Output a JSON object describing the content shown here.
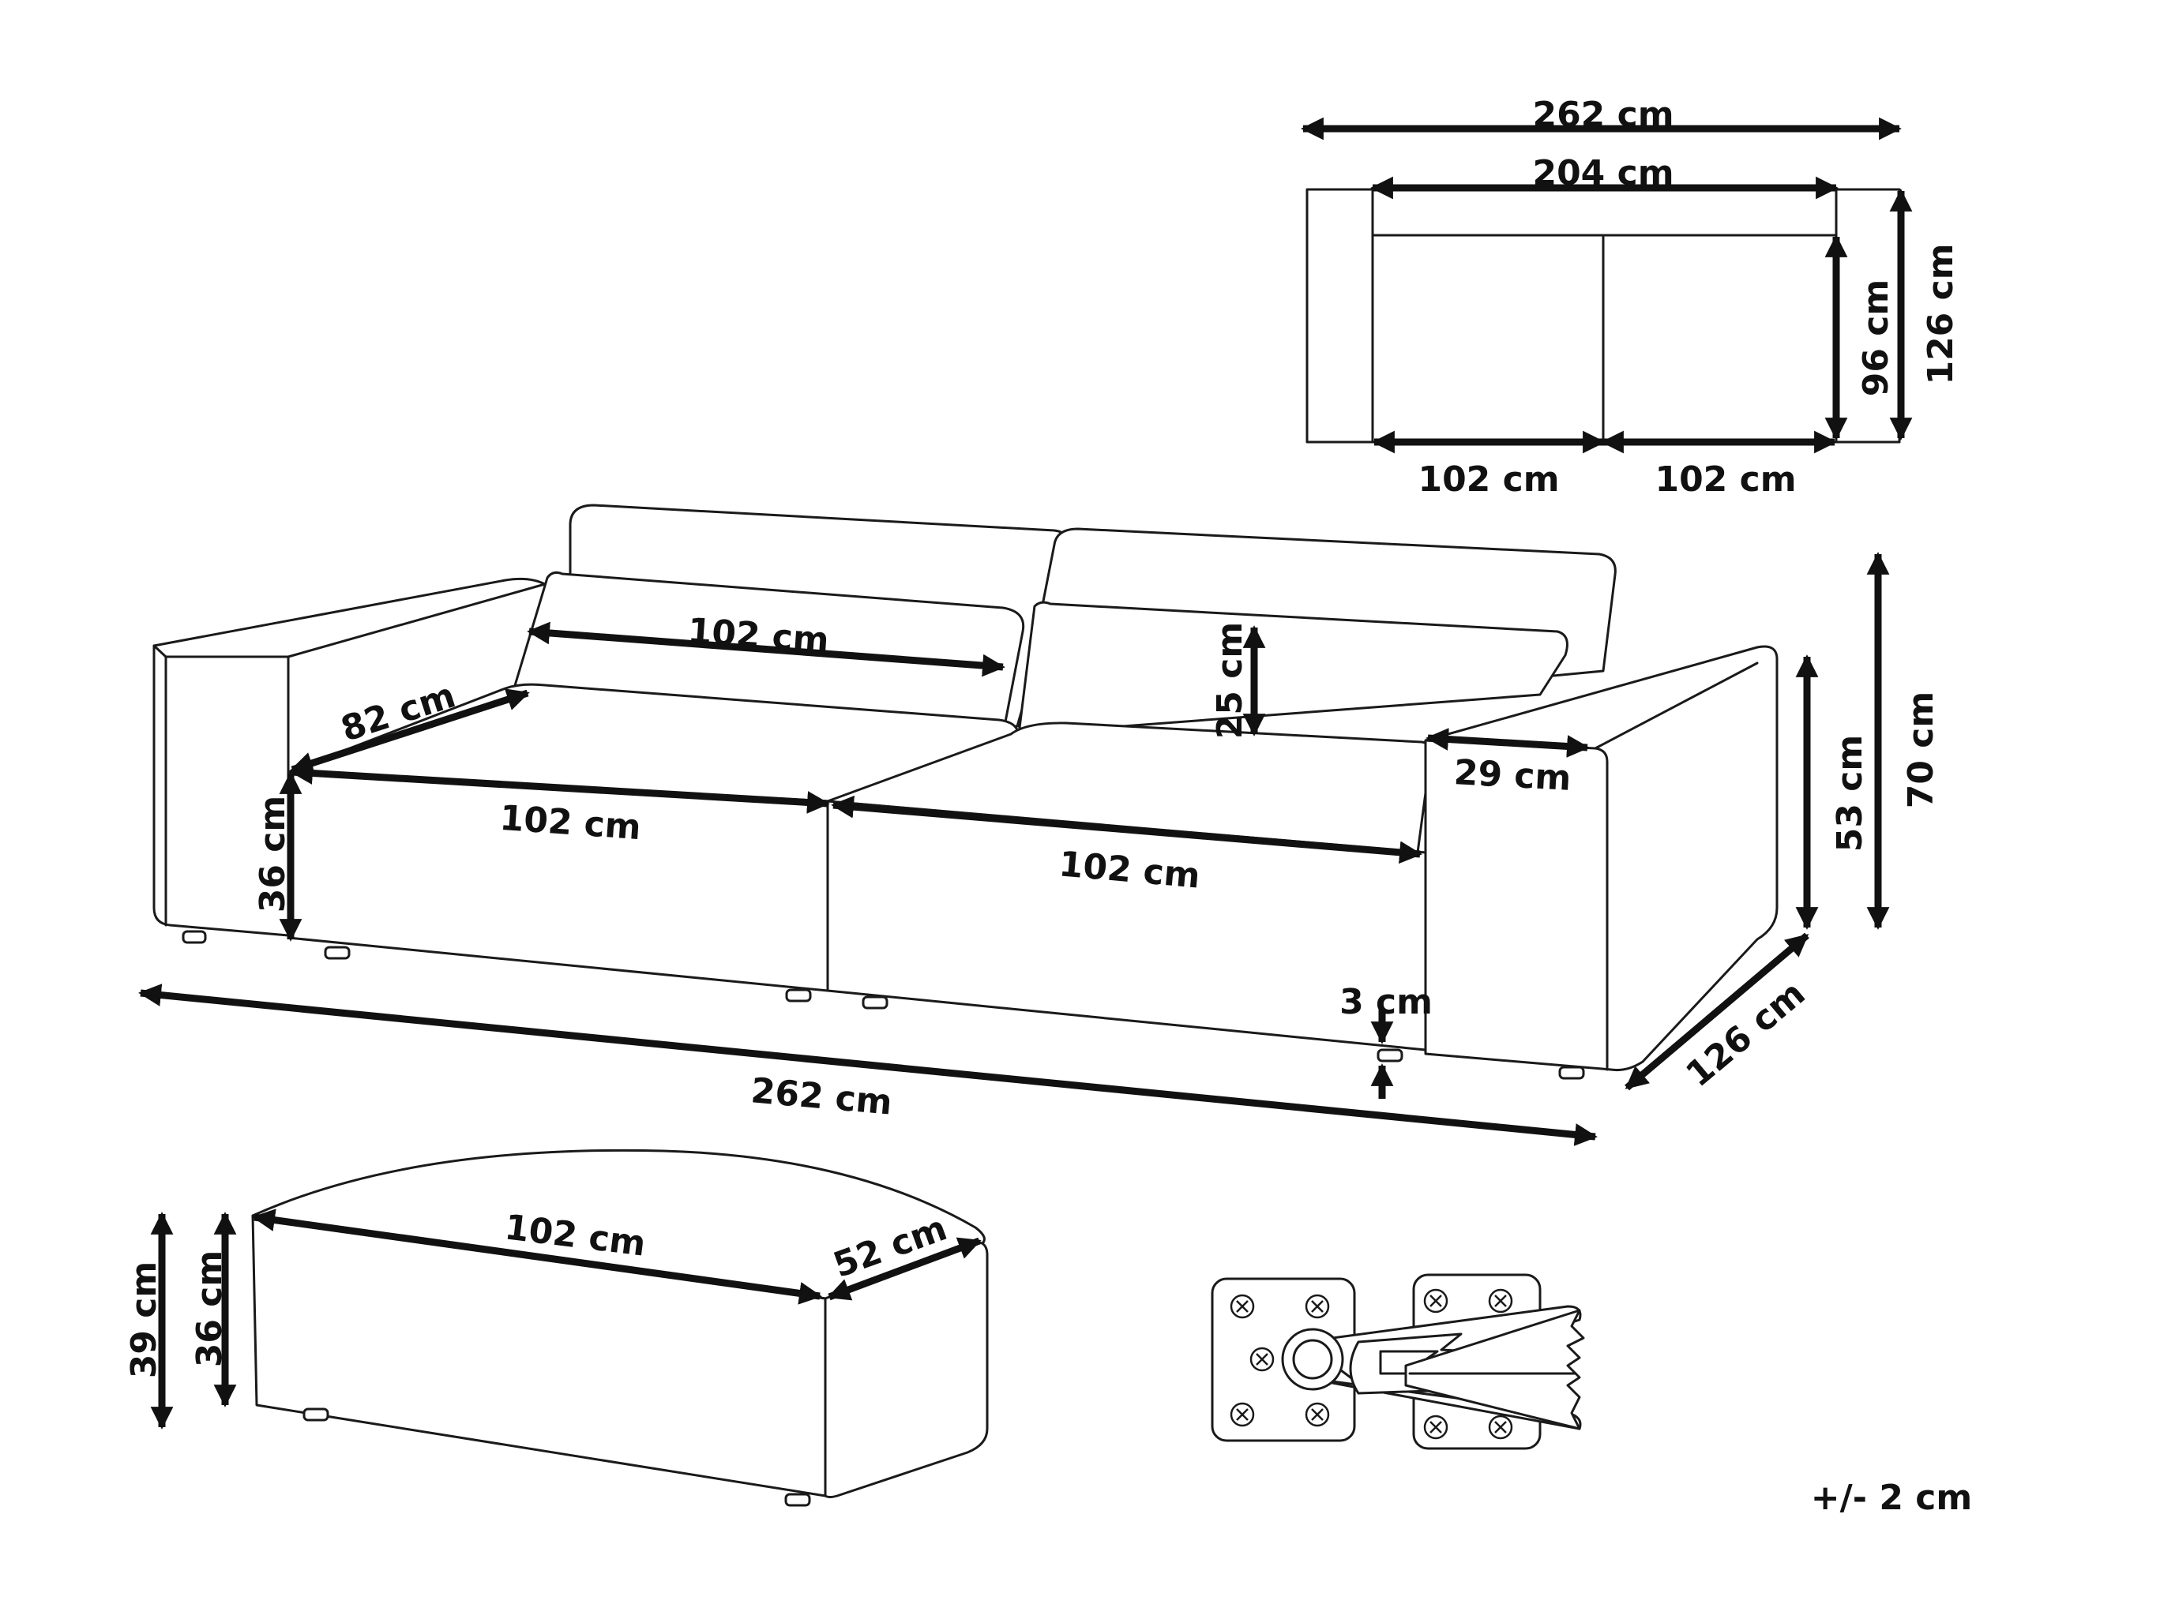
{
  "top_view": {
    "overall_width": "262 cm",
    "inner_width": "204 cm",
    "seat_left": "102 cm",
    "seat_right": "102 cm",
    "seat_depth": "96 cm",
    "overall_depth": "126 cm"
  },
  "sofa": {
    "back_cushion_width": "102 cm",
    "arm_depth": "82 cm",
    "seat_left_width": "102 cm",
    "seat_right_width": "102 cm",
    "cushion_height": "25 cm",
    "arm_width": "29 cm",
    "seat_height": "36 cm",
    "arm_height": "53 cm",
    "total_height": "70 cm",
    "leg_height": "3 cm",
    "overall_width": "262 cm",
    "overall_depth": "126 cm"
  },
  "ottoman": {
    "width": "102 cm",
    "depth": "52 cm",
    "height_total": "39 cm",
    "height_base": "36 cm"
  },
  "tolerance": "+/- 2 cm",
  "colors": {
    "line": "#1a1a1a",
    "background": "#ffffff"
  }
}
